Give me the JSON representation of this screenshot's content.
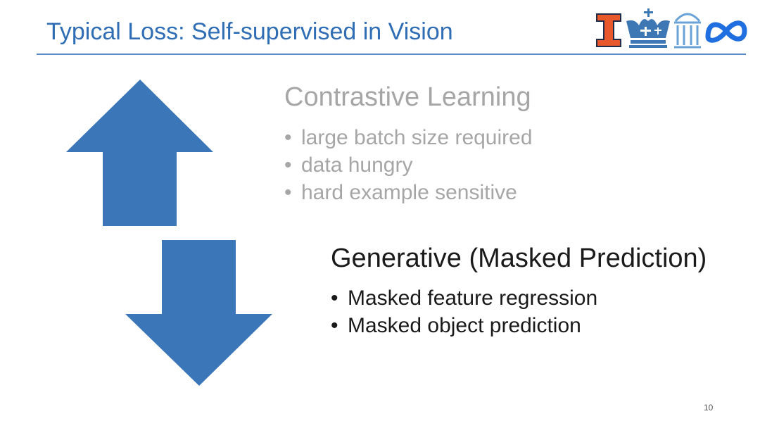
{
  "slide": {
    "title": "Typical Loss: Self-supervised in Vision",
    "page_number": "10",
    "accent_color": "#2f6db5",
    "arrow_color": "#3a76b8"
  },
  "logos": [
    "illinois-i-logo",
    "columbia-crown-logo",
    "unc-old-well-logo",
    "meta-infinity-logo"
  ],
  "sections": {
    "contrastive": {
      "heading": "Contrastive Learning",
      "bullets": [
        "large batch size required",
        "data hungry",
        "hard example sensitive"
      ],
      "arrow": "up-arrow"
    },
    "generative": {
      "heading": "Generative (Masked Prediction)",
      "bullets": [
        "Masked feature regression",
        "Masked object prediction"
      ],
      "arrow": "down-arrow"
    }
  }
}
